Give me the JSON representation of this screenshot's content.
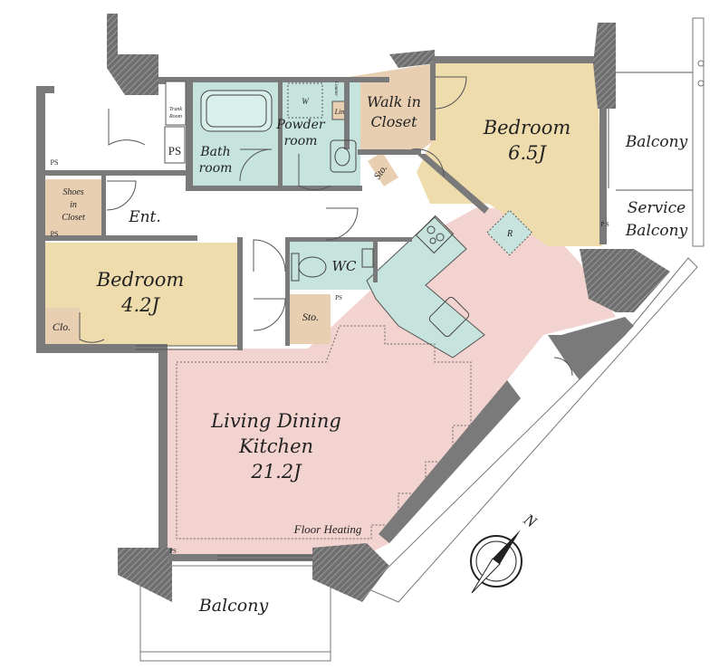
{
  "rooms": {
    "bedroom_large": {
      "name": "Bedroom",
      "size": "6.5J"
    },
    "bedroom_small": {
      "name": "Bedroom",
      "size": "4.2J"
    },
    "ldk": {
      "line1": "Living Dining",
      "line2": "Kitchen",
      "size": "21.2J"
    },
    "walk_in_closet": {
      "line1": "Walk in",
      "line2": "Closet"
    },
    "bath": {
      "line1": "Bath",
      "line2": "room"
    },
    "powder": {
      "line1": "Powder",
      "line2": "room"
    },
    "wc": "WC",
    "entrance": "Ent.",
    "shoes_closet": {
      "line1": "Shoes",
      "line2": "in",
      "line3": "Closet"
    },
    "closet": "Clo.",
    "storage_1": "Sto.",
    "storage_2": "Sto.",
    "trunk_room": {
      "line1": "Trunk",
      "line2": "Room"
    },
    "linen": "Lin",
    "washer": "W",
    "counter": "Counter",
    "refrigerator": "R"
  },
  "outdoor": {
    "balcony_east": "Balcony",
    "service_balcony": {
      "line1": "Service",
      "line2": "Balcony"
    },
    "balcony_south": "Balcony"
  },
  "labels": {
    "ps_marks": [
      "PS",
      "PS",
      "PS",
      "PS",
      "PS",
      "P S"
    ],
    "floor_heating": "Floor Heating",
    "compass_north": "N"
  },
  "colors": {
    "bedroom": "#efdcad",
    "ldk": "#f3d3cf",
    "wet_area": "#c6e4dd",
    "closet": "#e8cfb2",
    "wall": "#7a7a7a"
  }
}
